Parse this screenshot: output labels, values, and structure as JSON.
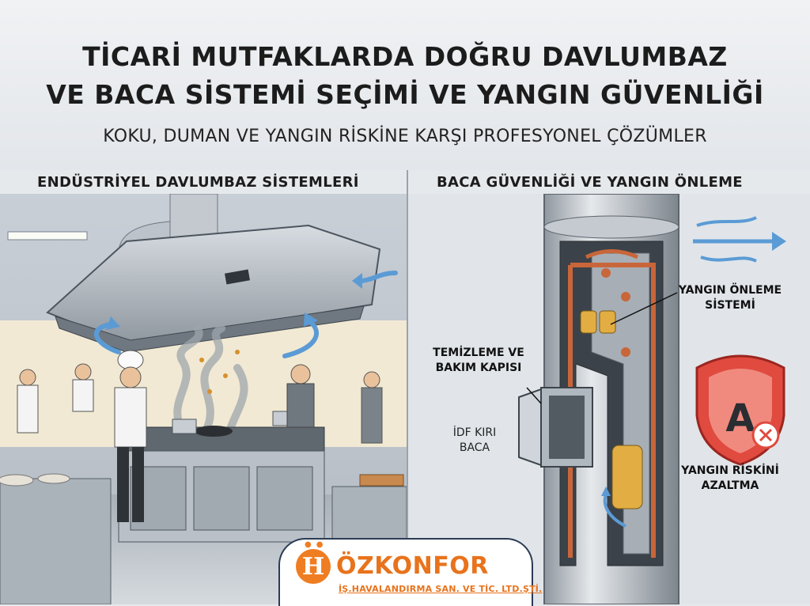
{
  "header": {
    "title_line1": "TİCARİ MUTFAKLARDA DOĞRU DAVLUMBAZ",
    "title_line2": "VE BACA SİSTEMİ SEÇİMİ VE YANGIN GÜVENLİĞİ",
    "subtitle": "KOKU, DUMAN VE YANGIN RİSKİNE KARŞI PROFESYONEL ÇÖZÜMLER"
  },
  "left_panel": {
    "heading": "ENDÜSTRİYEL DAVLUMBAZ SİSTEMLERİ"
  },
  "right_panel": {
    "heading": "BACA GÜVENLİĞİ VE YANGIN ÖNLEME",
    "callouts": {
      "cleaning_door_line1": "TEMİZLEME VE",
      "cleaning_door_line2": "BAKIM KAPISI",
      "chimney_line1": "İDF KIRI",
      "chimney_line2": "BACA",
      "fire_prevention_line1": "YANGIN ÖNLEME",
      "fire_prevention_line2": "SİSTEMİ",
      "fire_risk_line1": "YANGIN RİSKİNİ",
      "fire_risk_line2": "AZALTMA"
    },
    "shield_letter": "A"
  },
  "logo": {
    "icon_letter": "H",
    "name": "ÖZKONFOR",
    "subtitle": "İŞ.HAVALANDIRMA SAN. VE TİC. LTD.ŞTİ."
  },
  "colors": {
    "brand_orange": "#e8731c",
    "accent_blue": "#5b9bd5",
    "copper": "#c8663a",
    "shield_red": "#e04a3f"
  }
}
